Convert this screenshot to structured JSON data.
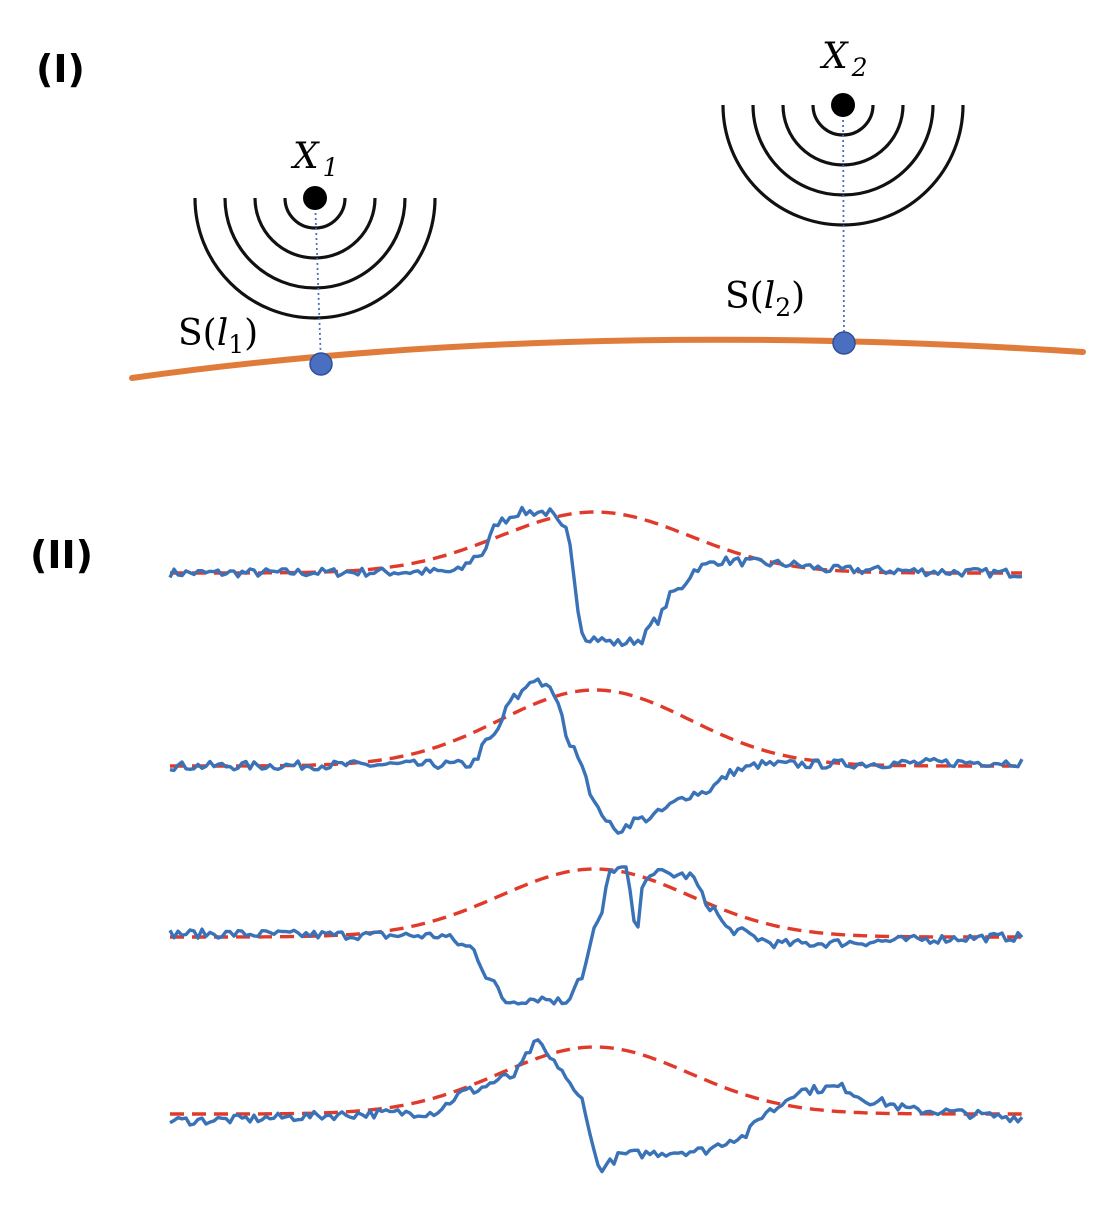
{
  "panels": {
    "top_label": "(I)",
    "bottom_label": "(II)"
  },
  "sources": [
    {
      "symbol": "X",
      "subscript": "1"
    },
    {
      "symbol": "X",
      "subscript": "2"
    }
  ],
  "surface_points": [
    {
      "prefix": "S(",
      "symbol": "l",
      "subscript": "1",
      "suffix": ")"
    },
    {
      "prefix": "S(",
      "symbol": "l",
      "subscript": "2",
      "suffix": ")"
    }
  ],
  "colors": {
    "surface_curve": "#e07c3a",
    "surface_point": "#4a6fc0",
    "signal_trace": "#3a72b8",
    "reference_gaussian": "#e03a2b"
  },
  "traces": [
    {
      "shape": "up-then-deep-down",
      "up": 0.95,
      "down": -1.1
    },
    {
      "shape": "up-then-down",
      "up": 1.15,
      "down": -0.85
    },
    {
      "shape": "down-then-up-with-notch",
      "up": 1.0,
      "down": -1.0
    },
    {
      "shape": "up-then-down-then-small-up",
      "up": 1.05,
      "down": -0.95
    }
  ]
}
